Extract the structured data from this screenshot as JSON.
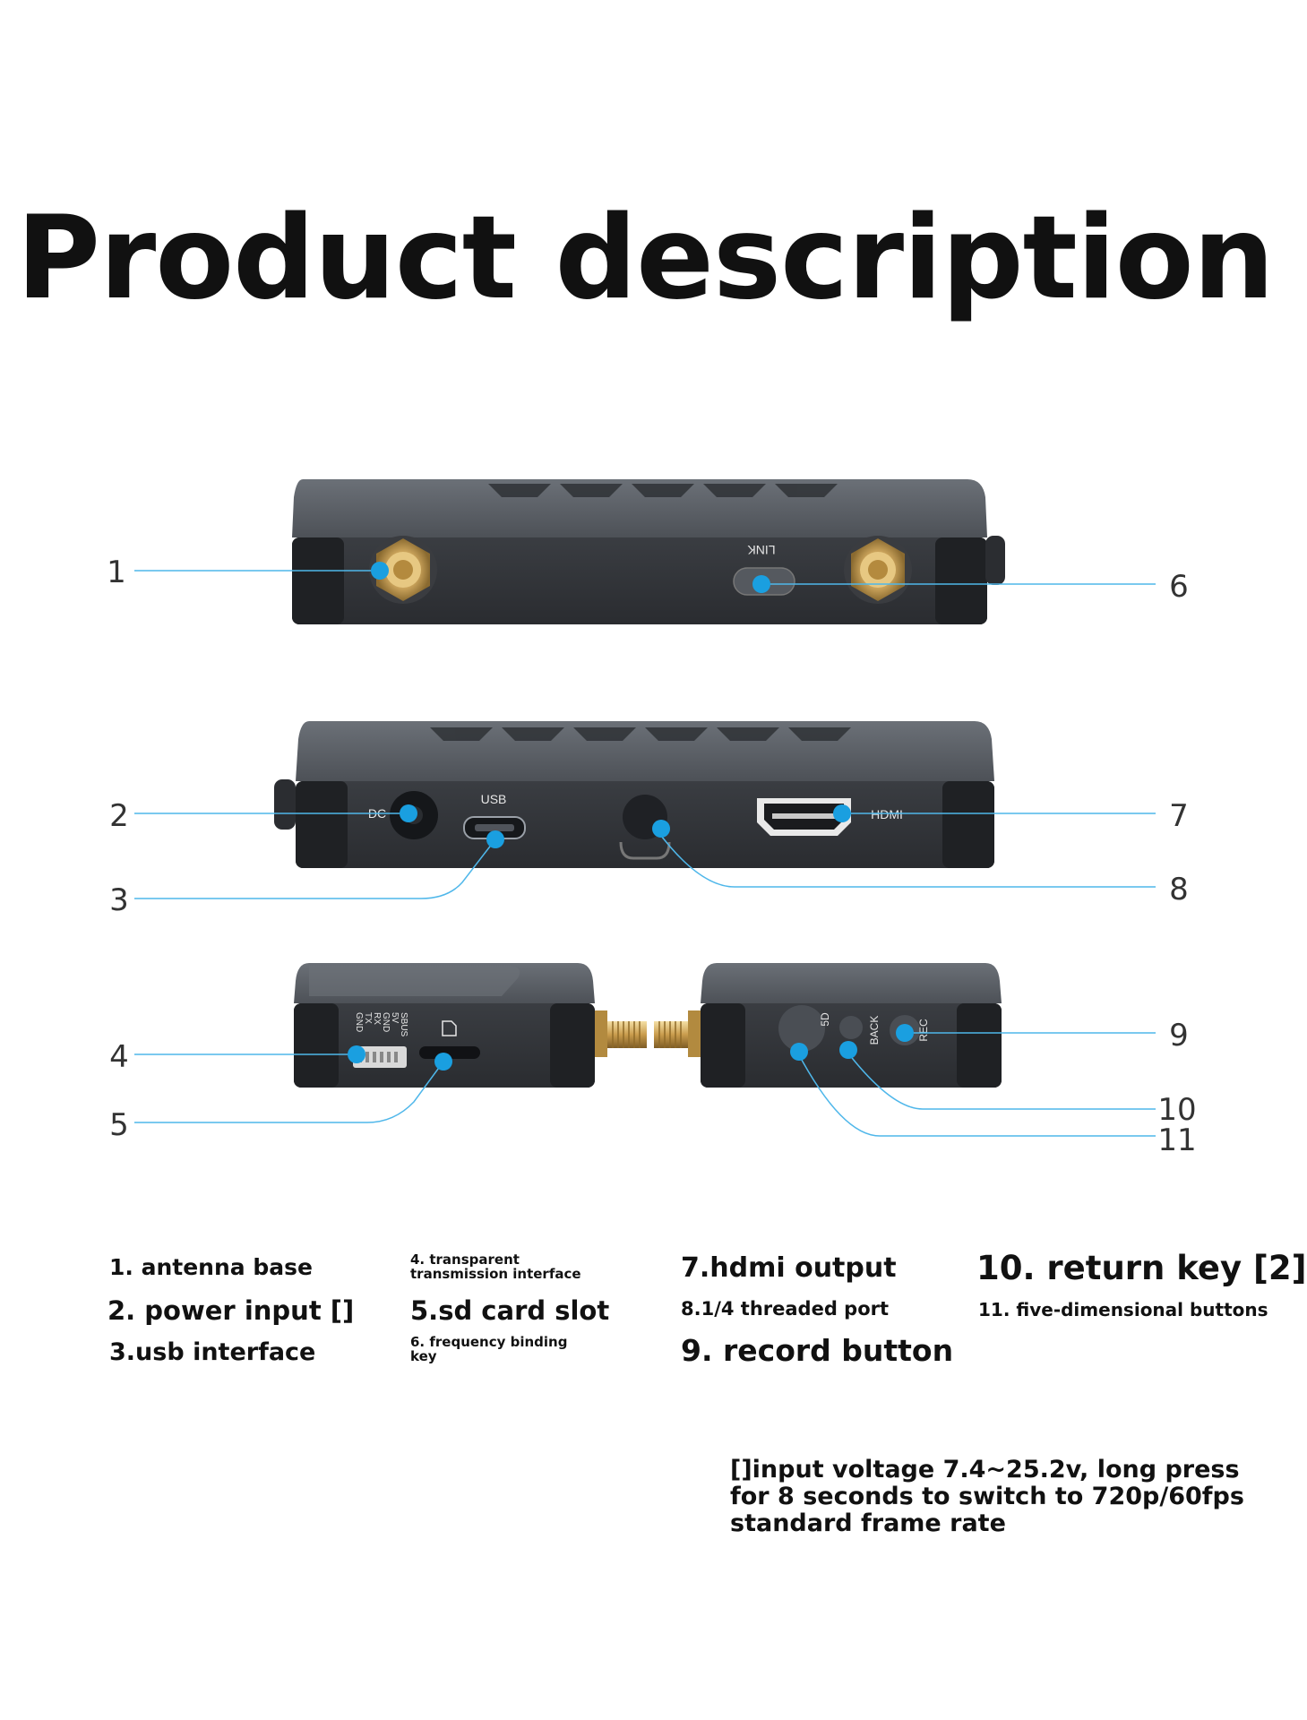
{
  "page": {
    "title": "Product description"
  },
  "device": {
    "top_view": {
      "link_label": "LINK"
    },
    "middle_view": {
      "dc_label": "DC",
      "usb_label": "USB",
      "hdmi_label": "HDMI"
    },
    "bottom_left_view": {
      "pin_labels": [
        "SBUS",
        "5V",
        "GND",
        "RX",
        "TX",
        "GND"
      ]
    },
    "bottom_right_view": {
      "sd_label": "5D",
      "back_label": "BACK",
      "rec_label": "REC"
    }
  },
  "callouts": [
    "1",
    "2",
    "3",
    "4",
    "5",
    "6",
    "7",
    "8",
    "9",
    "10",
    "11"
  ],
  "legend": {
    "col1": [
      "1. antenna base",
      "2. power input []",
      "3.usb interface"
    ],
    "col2": [
      "4. transparent transmission interface",
      "5.sd card slot",
      "6. frequency binding key"
    ],
    "col3": [
      "7.hdmi output",
      "8.1/4 threaded port",
      "9. record button"
    ],
    "col4": [
      "10. return key [2]",
      "11. five-dimensional buttons"
    ]
  },
  "note": "[]input voltage 7.4~25.2v, long press for 8 seconds to switch to 720p/60fps standard frame rate",
  "colors": {
    "accent": "#1a9fe0",
    "device_body": "#555a60",
    "device_front": "#2e3136"
  }
}
